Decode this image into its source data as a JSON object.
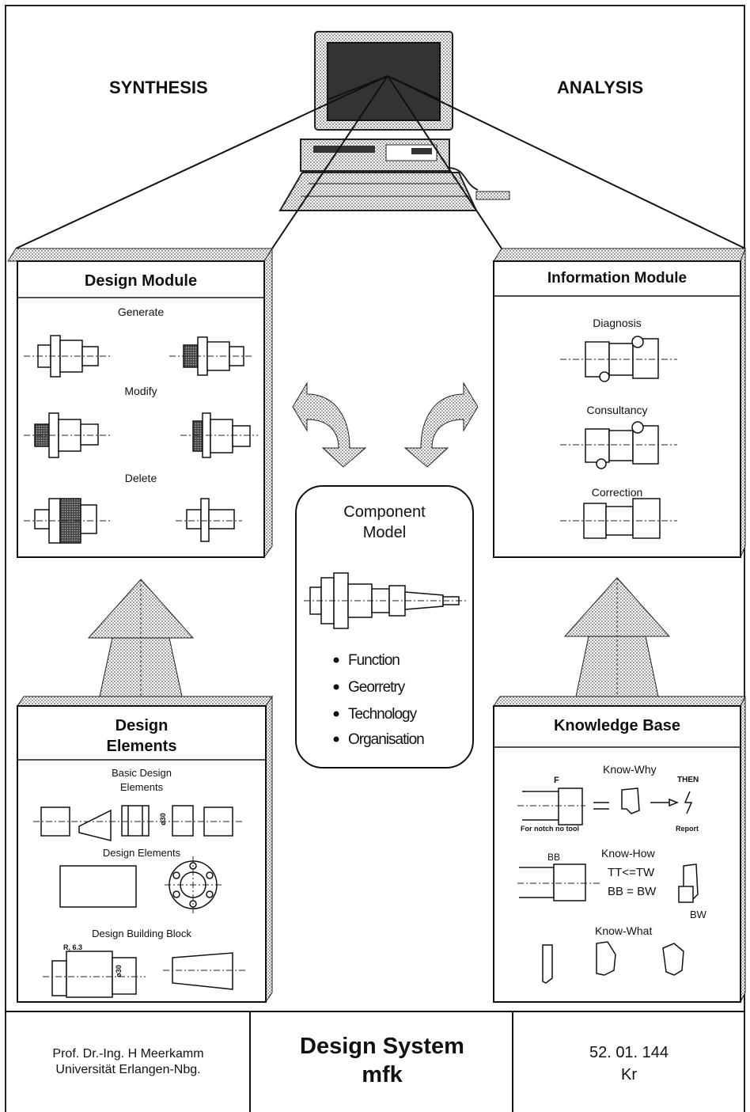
{
  "headings": {
    "synthesis": "SYNTHESIS",
    "analysis": "ANALYSIS"
  },
  "design_module": {
    "title": "Design Module",
    "labels": [
      "Generate",
      "Modify",
      "Delete"
    ]
  },
  "information_module": {
    "title": "Information Module",
    "labels": [
      "Diagnosis",
      "Consultancy",
      "Correction"
    ]
  },
  "component_model": {
    "title_line1": "Component",
    "title_line2": "Model",
    "bullets": [
      "Function",
      "Georretry",
      "Technology",
      "Organisation"
    ]
  },
  "design_elements": {
    "title_line1": "Design",
    "title_line2": "Elements",
    "basic_line1": "Basic Design",
    "basic_line2": "Elements",
    "elements": "Design Elements",
    "block": "Design Building Block",
    "dim_label": "ø30",
    "chamfer_label": "R, 6.3",
    "dim_label2": "ø30"
  },
  "knowledge_base": {
    "title": "Knowledge Base",
    "know_why": "Know-Why",
    "then": "THEN",
    "force": "F",
    "for_notch": "For notch no tool",
    "report": "Report",
    "know_how": "Know-How",
    "eq1": "TT<=TW",
    "eq2": "BB = BW",
    "bb_label": "BB",
    "bw_label": "BW",
    "know_what": "Know-What"
  },
  "footer": {
    "author_line1": "Prof. Dr.-Ing. H Meerkamm",
    "author_line2": "Universität Erlangen-Nbg.",
    "title_line1": "Design System",
    "title_line2": "mfk",
    "code_line1": "52. 01. 144",
    "code_line2": "Kr"
  }
}
